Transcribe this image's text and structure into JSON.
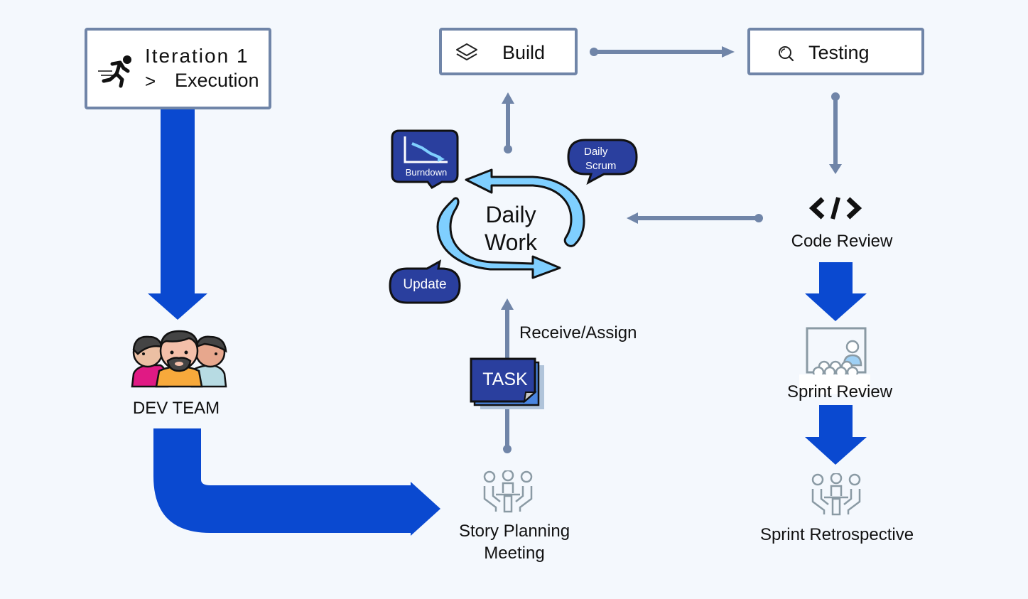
{
  "colors": {
    "background": "#f4f8fd",
    "flow_blue": "#0a49d0",
    "connector": "#7085a8",
    "bubble_fill": "#2a3f9e",
    "cycle_fill": "#7fcfff",
    "icon_gray": "#8a9aa4"
  },
  "iteration": {
    "icon": "runner-icon",
    "line1": "Iteration 1",
    "prefix": ">",
    "line2": "Execution"
  },
  "build": {
    "icon": "layers-icon",
    "label": "Build"
  },
  "testing": {
    "icon": "search-icon",
    "label": "Testing"
  },
  "code_review": {
    "icon": "code-icon",
    "label": "Code Review"
  },
  "sprint_review": {
    "icon": "presentation-icon",
    "label": "Sprint Review"
  },
  "sprint_retrospective": {
    "icon": "meeting-icon",
    "label": "Sprint Retrospective"
  },
  "dev_team": {
    "icon": "team-icon",
    "label": "DEV TEAM"
  },
  "story_planning": {
    "icon": "meeting-icon",
    "line1": "Story Planning",
    "line2": "Meeting"
  },
  "daily_work": {
    "line1": "Daily",
    "line2": "Work",
    "bubbles": {
      "burndown": "Burndown",
      "daily_scrum_line1": "Daily",
      "daily_scrum_line2": "Scrum",
      "update": "Update"
    }
  },
  "task": {
    "label": "TASK",
    "edge_label": "Receive/Assign"
  }
}
